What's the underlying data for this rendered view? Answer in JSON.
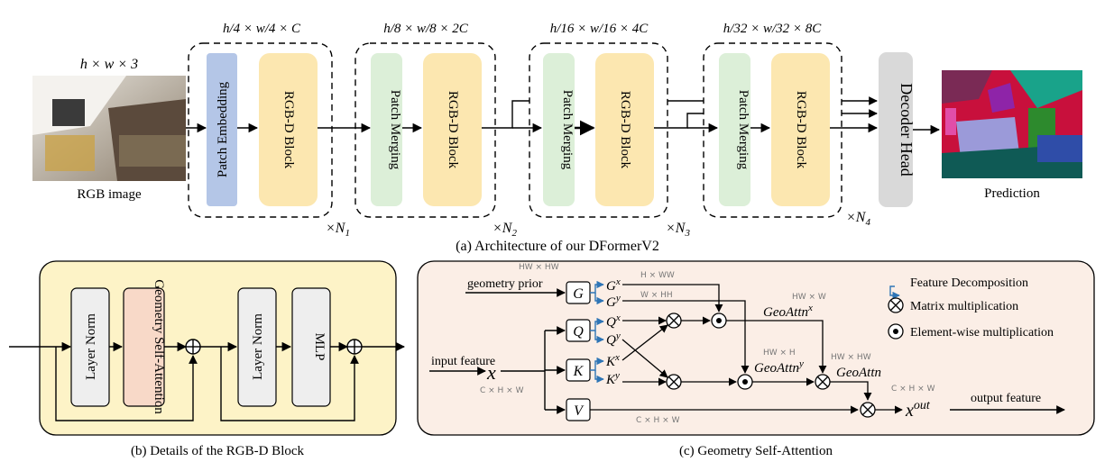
{
  "architecture": {
    "input_dim": "h × w × 3",
    "input_label": "RGB image",
    "stages": [
      {
        "dim": "h/4 × w/4 × C",
        "first_block": "Patch Embedding",
        "second_block": "RGB-D Block",
        "repeat": "×N",
        "repeat_sub": "1"
      },
      {
        "dim": "h/8 × w/8 × 2C",
        "first_block": "Patch Merging",
        "second_block": "RGB-D Block",
        "repeat": "×N",
        "repeat_sub": "2"
      },
      {
        "dim": "h/16 × w/16 × 4C",
        "first_block": "Patch Merging",
        "second_block": "RGB-D Block",
        "repeat": "×N",
        "repeat_sub": "3"
      },
      {
        "dim": "h/32 × w/32 × 8C",
        "first_block": "Patch Merging",
        "second_block": "RGB-D Block",
        "repeat": "×N",
        "repeat_sub": "4"
      }
    ],
    "decoder_label": "Decoder Head",
    "output_label": "Prediction",
    "caption": "(a) Architecture of our DFormerV2"
  },
  "rgbd_block": {
    "blocks": [
      "Layer Norm",
      "Geometry Self-Attention",
      "Layer Norm",
      "MLP"
    ],
    "caption": "(b) Details of the RGB-D Block"
  },
  "geo_attention": {
    "geometry_prior": "geometry prior",
    "input_feature": "input feature",
    "output_feature": "output feature",
    "G": "G",
    "Q": "Q",
    "K": "K",
    "V": "V",
    "Gx": "G",
    "Gx_sup": "x",
    "Gy": "G",
    "Gy_sup": "y",
    "Qx": "Q",
    "Qx_sup": "x",
    "Qy": "Q",
    "Qy_sup": "y",
    "Kx": "K",
    "Kx_sup": "x",
    "Ky": "K",
    "Ky_sup": "y",
    "x": "x",
    "xout": "x",
    "xout_sup": "out",
    "dim_hwhw": "HW × HW",
    "dim_hww": "H × WW",
    "dim_whh": "W × HH",
    "dim_chw_in": "C × H × W",
    "dim_chw_v": "C × H × W",
    "dim_chw_out": "C × H × W",
    "geox_dim": "HW × W",
    "geox_label": "GeoAttn",
    "geox_sup": "x",
    "geoy_dim": "HW × H",
    "geoy_label": "GeoAttn",
    "geoy_sup": "y",
    "geo_dim": "HW × HW",
    "geo_label": "GeoAttn",
    "legend": {
      "decomposition": "Feature Decomposition",
      "matmul": "Matrix multiplication",
      "elementwise": "Element-wise multiplication"
    },
    "caption": "(c) Geometry Self-Attention"
  },
  "colors": {
    "patch_embedding": "#b4c6e7",
    "patch_merging": "#dcefd8",
    "rgbd_block": "#fce7b0",
    "decoder": "#d9d9d9",
    "rgbd_panel": "#fdf3c7",
    "geo_panel": "#fbeee6",
    "gsa_block": "#f8d9c8",
    "layer_box": "#eeeeee",
    "decomp_arrow": "#2e75b6"
  }
}
